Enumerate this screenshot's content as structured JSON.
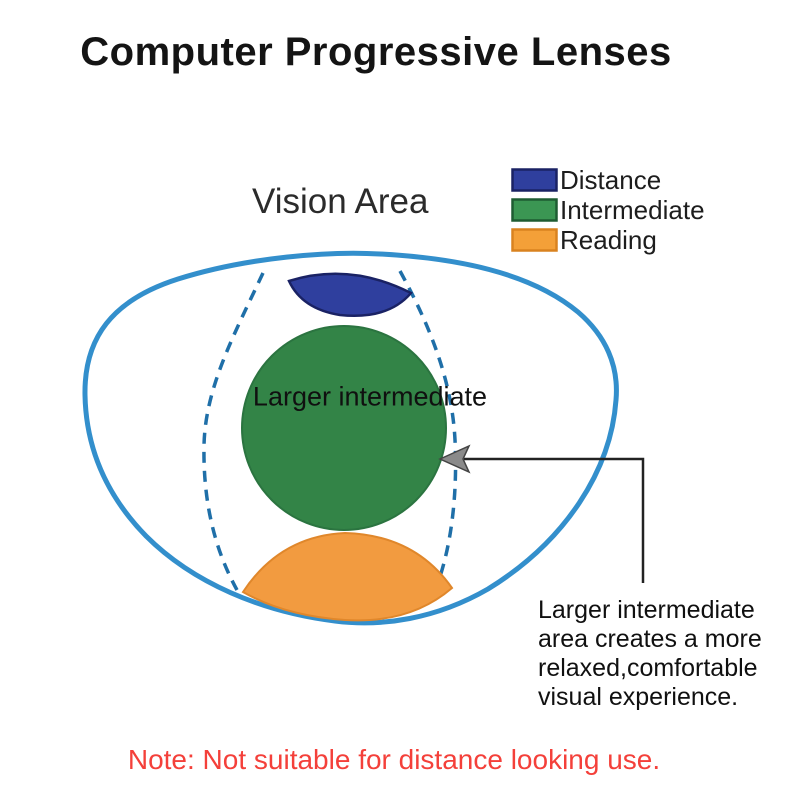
{
  "title": "Computer Progressive Lenses",
  "diagram": {
    "heading": "Vision Area",
    "legend": {
      "items": [
        {
          "label": "Distance",
          "color": "#2f3f9e",
          "border": "#1a2264"
        },
        {
          "label": "Intermediate",
          "color": "#3b9653",
          "border": "#1e5c32"
        },
        {
          "label": "Reading",
          "color": "#f4a038",
          "border": "#d9821f"
        }
      ]
    },
    "lens": {
      "outline_color": "#338fcc",
      "corridor_dash_color": "#1f6fa8",
      "zones": {
        "distance": {
          "color": "#2f3f9e",
          "border": "#1a2264"
        },
        "intermediate": {
          "color": "#338447",
          "border": "#2b7440",
          "label": "Larger intermediate"
        },
        "reading": {
          "color": "#f29b40",
          "border": "#e0872b"
        }
      }
    },
    "arrow": {
      "color": "#222222",
      "head_color": "#8a8a8a"
    },
    "callout": {
      "lines": [
        "Larger intermediate",
        "area creates a more",
        "relaxed,comfortable",
        "visual experience."
      ]
    }
  },
  "note": {
    "text": "Note: Not suitable for distance looking use.",
    "color": "#f4403a"
  }
}
